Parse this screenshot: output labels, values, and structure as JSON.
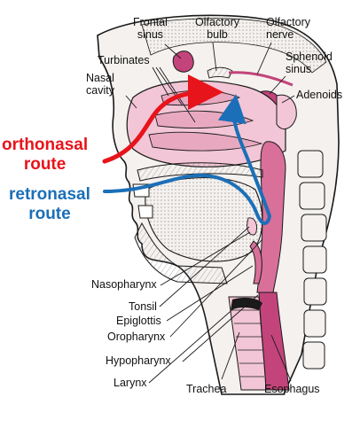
{
  "colors": {
    "orthonasal": "#e8141b",
    "retronasal": "#1b6fb8",
    "tissue_pink": "#f2c6d6",
    "tissue_dark_pink": "#d8709a",
    "sinus_magenta": "#c2447a",
    "outline": "#1a1a1a"
  },
  "labels": {
    "frontal_sinus": [
      "Frontal",
      "sinus"
    ],
    "olfactory_bulb": [
      "Olfactory",
      "bulb"
    ],
    "olfactory_nerve": [
      "Olfactory",
      "nerve"
    ],
    "turbinates": "Turbinates",
    "sphenoid_sinus": [
      "Sphenoid",
      "sinus"
    ],
    "nasal_cavity": [
      "Nasal",
      "cavity"
    ],
    "adenoids": "Adenoids",
    "nasopharynx": "Nasopharynx",
    "tonsil": "Tonsil",
    "epiglottis": "Epiglottis",
    "oropharynx": "Oropharynx",
    "hypopharynx": "Hypopharynx",
    "larynx": "Larynx",
    "trachea": "Trachea",
    "esophagus": "Esophagus"
  },
  "routes": {
    "orthonasal": [
      "orthonasal",
      "route"
    ],
    "retronasal": [
      "retronasal",
      "route"
    ]
  }
}
